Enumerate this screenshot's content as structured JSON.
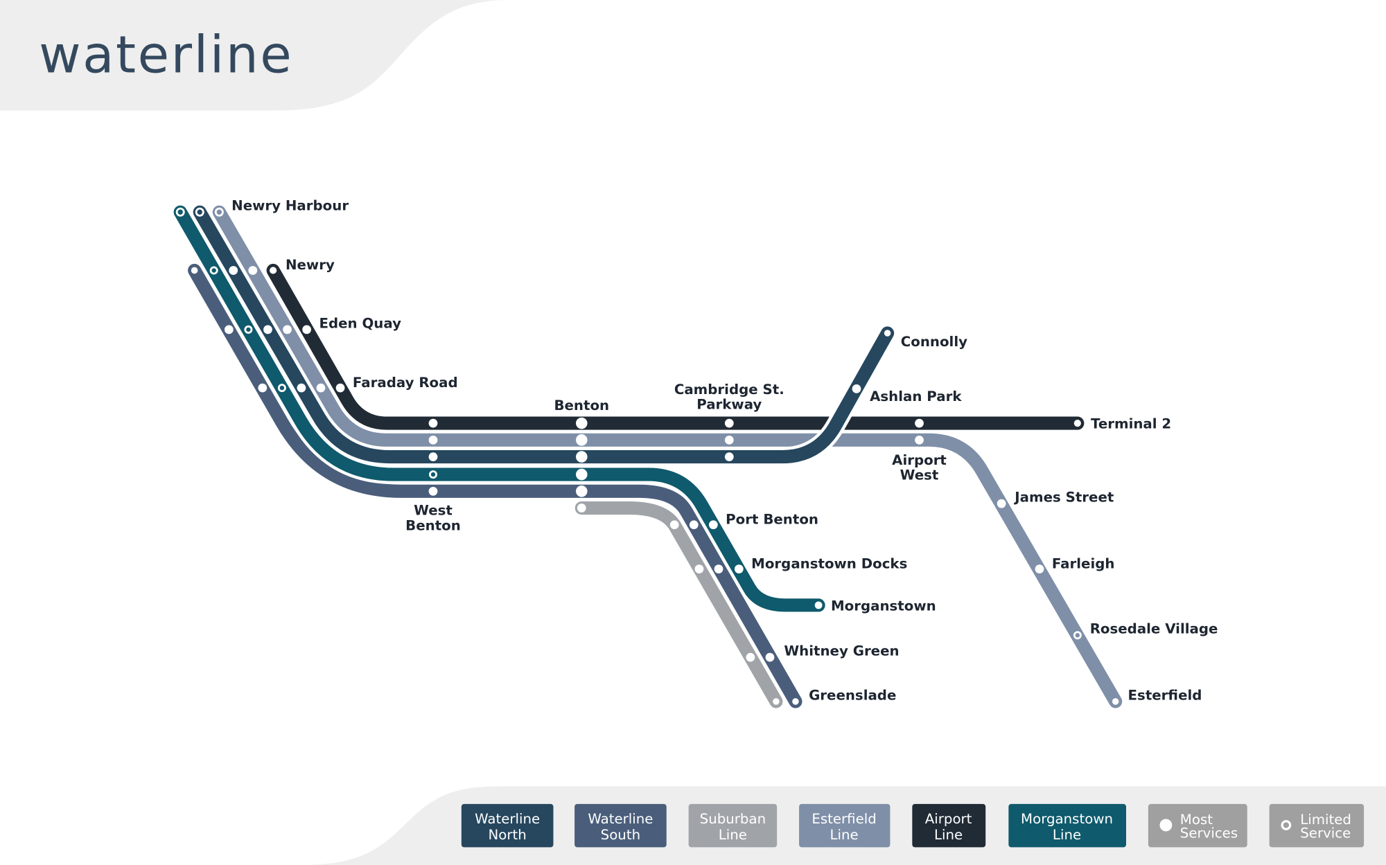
{
  "title": "waterline",
  "colors": {
    "waterline_north": "#26475e",
    "waterline_south": "#4a5e7b",
    "suburban": "#a0a4a8",
    "esterfield": "#7f8fa8",
    "airport": "#212b35",
    "morganstown": "#0f5a6c",
    "legend_gray": "#a0a0a0",
    "background_shape": "#eeeeee"
  },
  "stations": {
    "newry_harbour": "Newry Harbour",
    "newry": "Newry",
    "eden_quay": "Eden Quay",
    "faraday_road": "Faraday Road",
    "benton": "Benton",
    "cambridge": [
      "Cambridge St.",
      "Parkway"
    ],
    "connolly": "Connolly",
    "ashlan_park": "Ashlan Park",
    "terminal_2": "Terminal 2",
    "airport_west": [
      "Airport",
      "West"
    ],
    "west_benton": [
      "West",
      "Benton"
    ],
    "james_street": "James Street",
    "port_benton": "Port Benton",
    "farleigh": "Farleigh",
    "morganstown_docks": "Morganstown Docks",
    "morganstown": "Morganstown",
    "rosedale_village": "Rosedale Village",
    "whitney_green": "Whitney Green",
    "esterfield": "Esterfield",
    "greenslade": "Greenslade"
  },
  "legend": [
    {
      "line1": "Waterline",
      "line2": "North"
    },
    {
      "line1": "Waterline",
      "line2": "South"
    },
    {
      "line1": "Suburban",
      "line2": "Line"
    },
    {
      "line1": "Esterfield",
      "line2": "Line"
    },
    {
      "line1": "Airport",
      "line2": "Line"
    },
    {
      "line1": "Morganstown",
      "line2": "Line"
    },
    {
      "line1": "Most",
      "line2": "Services",
      "icon": "filled-dot"
    },
    {
      "line1": "Limited",
      "line2": "Service",
      "icon": "ring"
    }
  ]
}
